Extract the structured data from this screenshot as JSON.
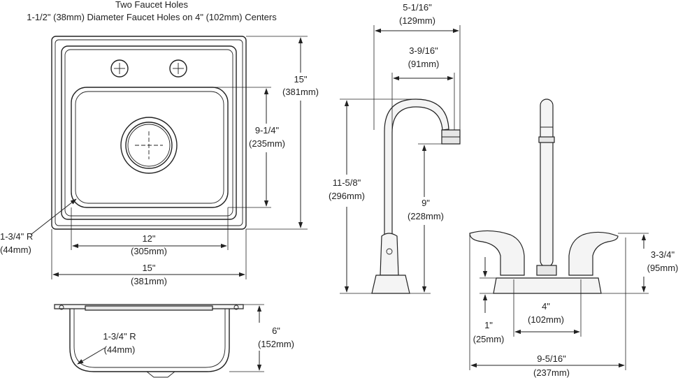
{
  "header": {
    "line1": "Two Faucet Holes",
    "line2": "1-1/2\" (38mm) Diameter Faucet Holes on 4\" (102mm) Centers"
  },
  "sink_top": {
    "height_in": "15\"",
    "height_mm": "(381mm)",
    "bowl_height_in": "9-1/4\"",
    "bowl_height_mm": "(235mm)",
    "bowl_width_in": "12\"",
    "bowl_width_mm": "(305mm)",
    "width_in": "15\"",
    "width_mm": "(381mm)",
    "corner_radius_in": "1-3/4\" R",
    "corner_radius_mm": "(44mm)"
  },
  "sink_section": {
    "radius_in": "1-3/4\" R",
    "radius_mm": "(44mm)",
    "depth_in": "6\"",
    "depth_mm": "(152mm)"
  },
  "faucet_side": {
    "reach_in": "5-1/16\"",
    "reach_mm": "(129mm)",
    "spout_in": "3-9/16\"",
    "spout_mm": "(91mm)",
    "height_in": "11-5/8\"",
    "height_mm": "(296mm)",
    "clearance_in": "9\"",
    "clearance_mm": "(228mm)"
  },
  "faucet_front": {
    "handle_height_in": "3-3/4\"",
    "handle_height_mm": "(95mm)",
    "centers_in": "4\"",
    "centers_mm": "(102mm)",
    "deck_in": "1\"",
    "deck_mm": "(25mm)",
    "width_in": "9-5/16\"",
    "width_mm": "(237mm)"
  },
  "icons": [
    "faucet-hole-icon",
    "drain-icon",
    "arrowhead-icon"
  ]
}
